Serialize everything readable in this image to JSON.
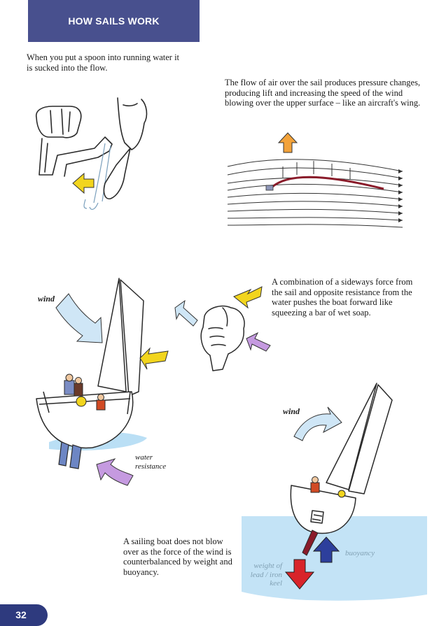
{
  "header": {
    "title": "HOW SAILS WORK"
  },
  "text": {
    "spoon": "When you put a spoon into running water it is sucked into the flow.",
    "flow": "The flow of air over the sail produces pressure changes, producing lift and increasing the speed of the wind blowing over the upper surface – like an aircraft's wing.",
    "combination": "A combination of a sideways force from the sail and opposite resistance from the water pushes the boat forward like squeezing a bar of wet soap.",
    "balance": "A sailing boat does not blow over as the force of the wind is counterbalanced by weight and buoyancy."
  },
  "labels": {
    "wind_left": "wind",
    "water_resistance": "water resistance",
    "wind_right": "wind",
    "buoyancy": "buoyancy",
    "keel_weight": "weight of lead / iron keel"
  },
  "page_number": "32",
  "colors": {
    "header_bg": "#48508e",
    "arrow_yellow": "#f2d51e",
    "arrow_orange": "#f2a23a",
    "arrow_lilac": "#c59ae0",
    "arrow_blue": "#a9cfee",
    "arrow_red": "#d8242a",
    "arrow_navy": "#2d3f9c",
    "sail_line": "#8a1b2a",
    "water": "#a9d7f2"
  }
}
